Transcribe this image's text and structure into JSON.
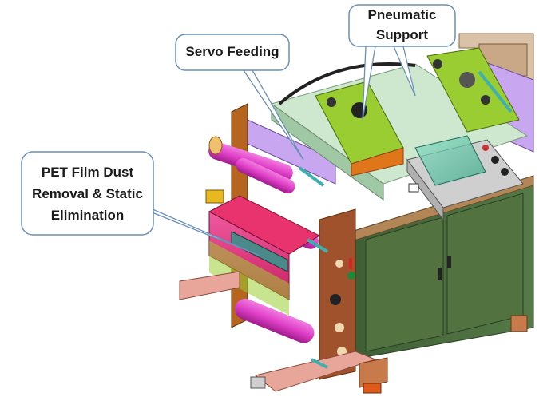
{
  "callouts": {
    "servo": {
      "label": "Servo Feeding"
    },
    "pneumatic": {
      "line1": "Pneumatic",
      "line2": "Support"
    },
    "pet": {
      "line1": "PET Film Dust",
      "line2": "Removal & Static",
      "line3": "Elimination"
    }
  },
  "colors": {
    "callout_border": "#6a8fb8",
    "cabinet": "#4a6b3e",
    "frame_brown": "#a0522d",
    "roller_magenta": "#e040c8",
    "plate_green": "#9acd32",
    "lavender": "#c9a6f0",
    "dust_box_pink": "#e8336e"
  },
  "icons": [
    "speech-bubble-callout"
  ]
}
